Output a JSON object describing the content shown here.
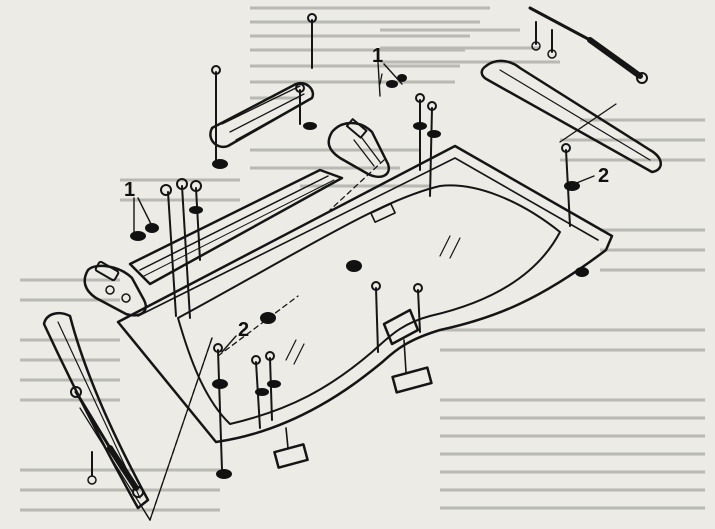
{
  "callouts": {
    "top_right": "1",
    "left": "1",
    "right": "2",
    "center": "2"
  },
  "colors": {
    "paper": "#ecebe6",
    "ink": "#151515",
    "glass": "#f4f4f1",
    "faded_text": "#b9b8b2"
  }
}
